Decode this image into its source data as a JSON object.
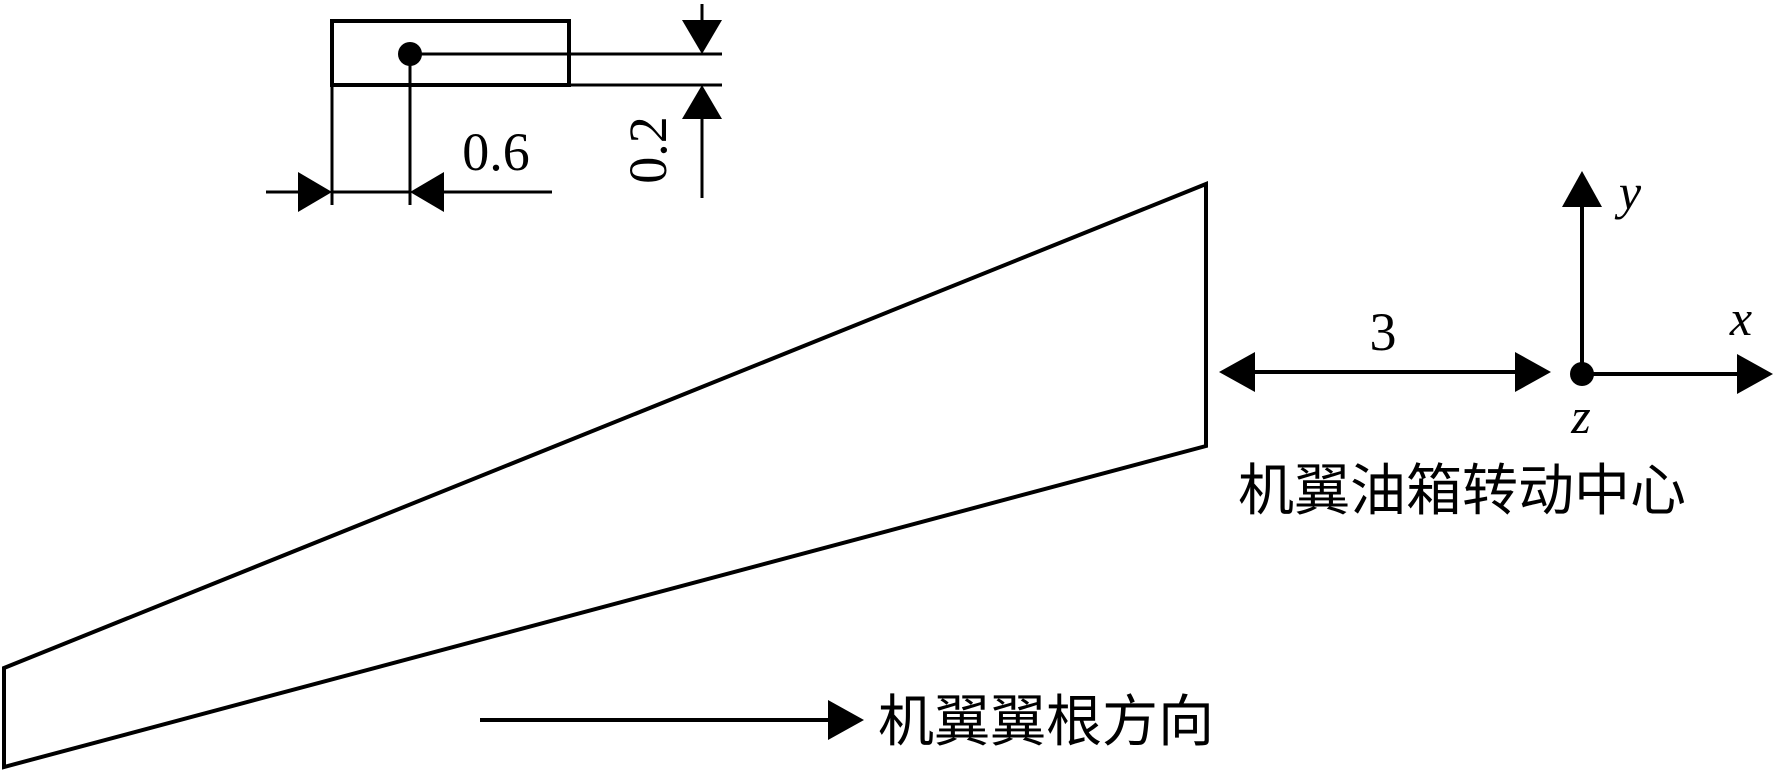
{
  "diagram": {
    "dimensions": {
      "horizontal_offset": "0.6",
      "vertical_offset": "0.2",
      "tank_distance": "3"
    },
    "axes": {
      "x": "x",
      "y": "y",
      "z": "z"
    },
    "labels": {
      "rotation_center": "机翼油箱转动中心",
      "wing_root_direction": "机翼翼根方向"
    }
  }
}
